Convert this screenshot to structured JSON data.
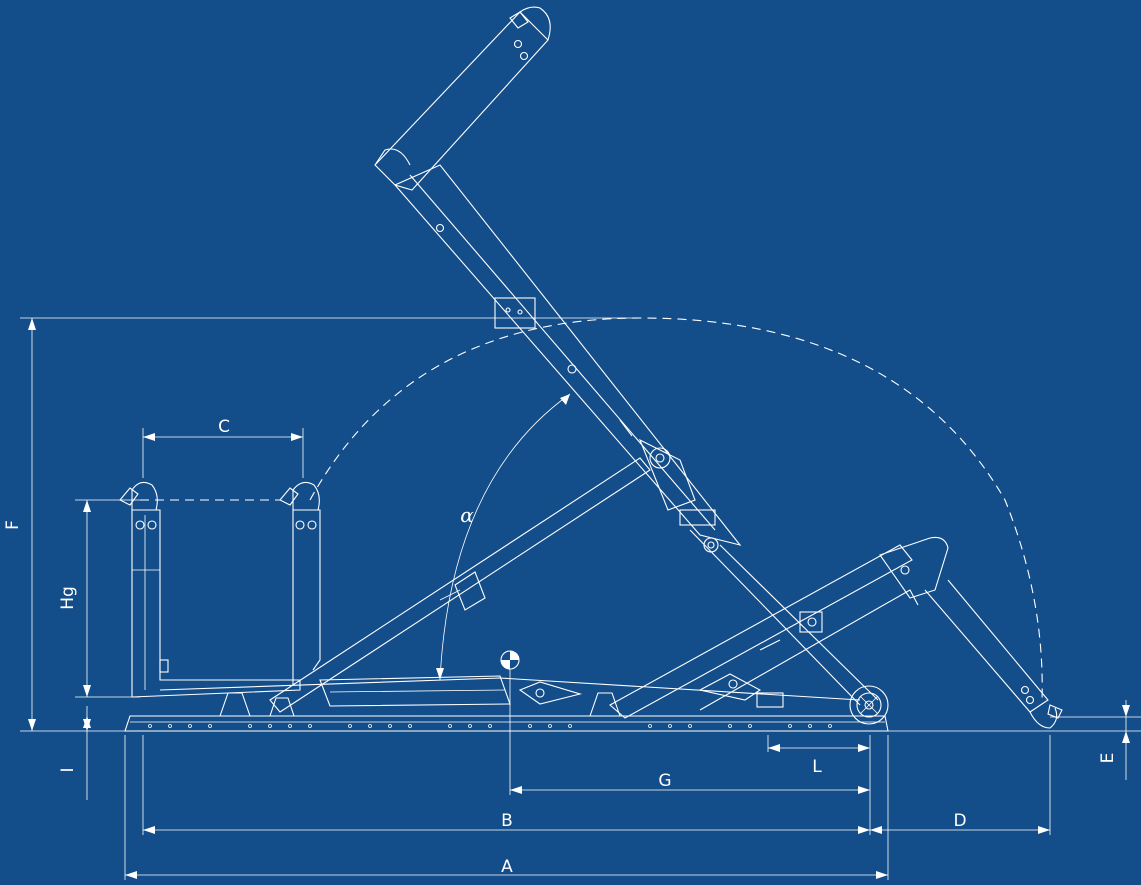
{
  "labels": {
    "a": "A",
    "b": "B",
    "c": "C",
    "d": "D",
    "e": "E",
    "f": "F",
    "g": "G",
    "hg": "Hg",
    "l": "L",
    "i": "I",
    "alpha": "α"
  },
  "colors": {
    "background": "#134d8a",
    "lines": "#ffffff"
  }
}
